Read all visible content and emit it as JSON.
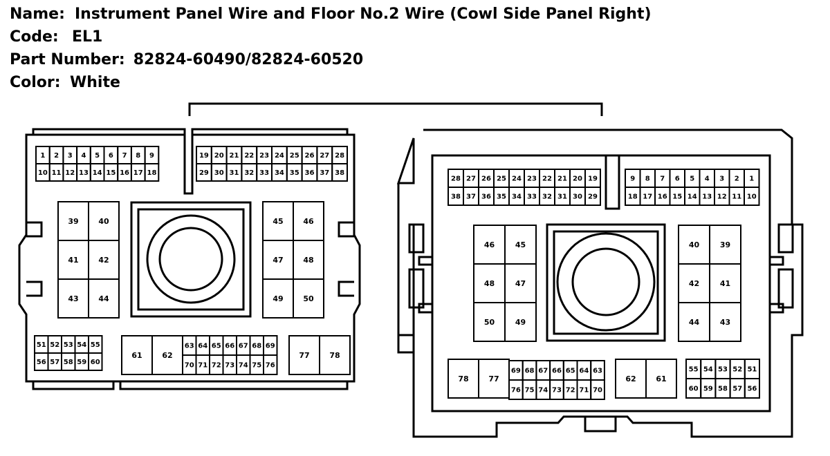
{
  "header": {
    "name_label": "Name:",
    "name_value": "Instrument Panel Wire and Floor No.2 Wire (Cowl Side Panel Right)",
    "code_label": "Code:",
    "code_value": "EL1",
    "part_label": "Part Number:",
    "part_value": "82824-60490/82824-60520",
    "color_label": "Color:",
    "color_value": "White"
  },
  "left_connector": {
    "top_left_rows": [
      [
        "1",
        "2",
        "3",
        "4",
        "5",
        "6",
        "7",
        "8",
        "9"
      ],
      [
        "10",
        "11",
        "12",
        "13",
        "14",
        "15",
        "16",
        "17",
        "18"
      ]
    ],
    "top_right_rows": [
      [
        "19",
        "20",
        "21",
        "22",
        "23",
        "24",
        "25",
        "26",
        "27",
        "28"
      ],
      [
        "29",
        "30",
        "31",
        "32",
        "33",
        "34",
        "35",
        "36",
        "37",
        "38"
      ]
    ],
    "mid_left_rows": [
      [
        "39",
        "40"
      ],
      [
        "41",
        "42"
      ],
      [
        "43",
        "44"
      ]
    ],
    "mid_right_rows": [
      [
        "45",
        "46"
      ],
      [
        "47",
        "48"
      ],
      [
        "49",
        "50"
      ]
    ],
    "bottom_left_rows": [
      [
        "51",
        "52",
        "53",
        "54",
        "55"
      ],
      [
        "56",
        "57",
        "58",
        "59",
        "60"
      ]
    ],
    "bottom_big": [
      "61",
      "62"
    ],
    "bottom_mid_rows": [
      [
        "63",
        "64",
        "65",
        "66",
        "67",
        "68",
        "69"
      ],
      [
        "70",
        "71",
        "72",
        "73",
        "74",
        "75",
        "76"
      ]
    ],
    "bottom_right_big": [
      "77",
      "78"
    ]
  },
  "right_connector": {
    "top_left_rows": [
      [
        "28",
        "27",
        "26",
        "25",
        "24",
        "23",
        "22",
        "21",
        "20",
        "19"
      ],
      [
        "38",
        "37",
        "36",
        "35",
        "34",
        "33",
        "32",
        "31",
        "30",
        "29"
      ]
    ],
    "top_right_rows": [
      [
        "9",
        "8",
        "7",
        "6",
        "5",
        "4",
        "3",
        "2",
        "1"
      ],
      [
        "18",
        "17",
        "16",
        "15",
        "14",
        "13",
        "12",
        "11",
        "10"
      ]
    ],
    "mid_left_rows": [
      [
        "46",
        "45"
      ],
      [
        "48",
        "47"
      ],
      [
        "50",
        "49"
      ]
    ],
    "mid_right_rows": [
      [
        "40",
        "39"
      ],
      [
        "42",
        "41"
      ],
      [
        "44",
        "43"
      ]
    ],
    "bottom_left_big": [
      "78",
      "77"
    ],
    "bottom_mid_rows": [
      [
        "69",
        "68",
        "67",
        "66",
        "65",
        "64",
        "63"
      ],
      [
        "76",
        "75",
        "74",
        "73",
        "72",
        "71",
        "70"
      ]
    ],
    "bottom_big": [
      "62",
      "61"
    ],
    "bottom_right_rows": [
      [
        "55",
        "54",
        "53",
        "52",
        "51"
      ],
      [
        "60",
        "59",
        "58",
        "57",
        "56"
      ]
    ]
  }
}
